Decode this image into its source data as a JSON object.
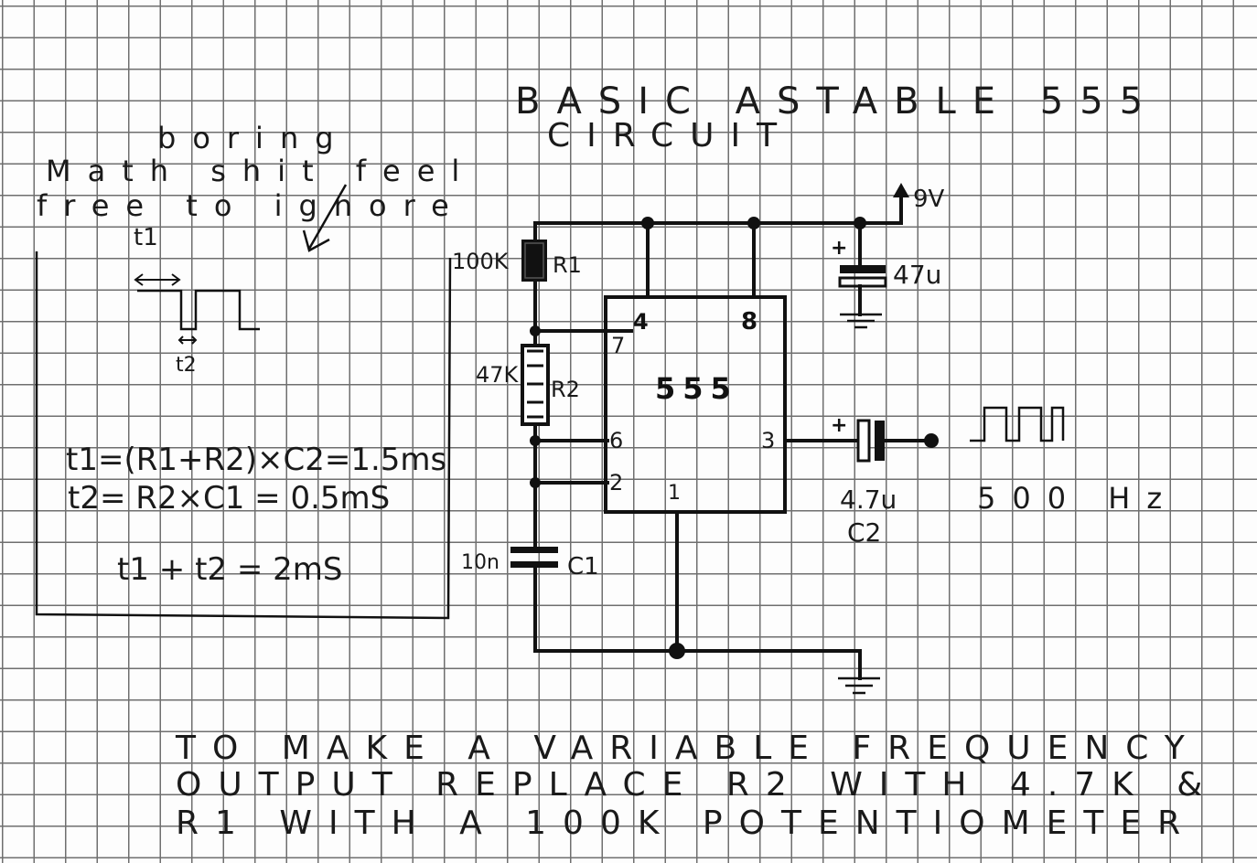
{
  "title": {
    "line1": "BASIC ASTABLE 555",
    "line2": "CIRCUIT"
  },
  "note": {
    "line1": "boring",
    "line2": "Math shit feel",
    "line3": "free to ignore"
  },
  "math": {
    "t1_label": "t1",
    "t2_label": "t2",
    "eq1": "t1=(R1+R2)×C2=1.5ms",
    "eq2": "t2= R2×C1 = 0.5mS",
    "eq3": "t1 + t2 = 2mS"
  },
  "components": {
    "r1_value": "100K",
    "r1_name": "R1",
    "r2_value": "47K",
    "r2_name": "R2",
    "c1_value": "10n",
    "c1_name": "C1",
    "c2_value": "4.7u",
    "c2_name": "C2",
    "cap_supply_value": "47u",
    "supply": "9V",
    "ic_label": "555",
    "pin4": "4",
    "pin8": "8",
    "pin7": "7",
    "pin6": "6",
    "pin2": "2",
    "pin1": "1",
    "pin3": "3",
    "plus": "+"
  },
  "output": {
    "frequency": "500 Hz"
  },
  "footer": {
    "line1": "TO MAKE A VARIABLE FREQUENCY",
    "line2": "OUTPUT REPLACE R2 WITH 4.7K &",
    "line3": "R1 WITH A 100K POTENTIOMETER"
  }
}
